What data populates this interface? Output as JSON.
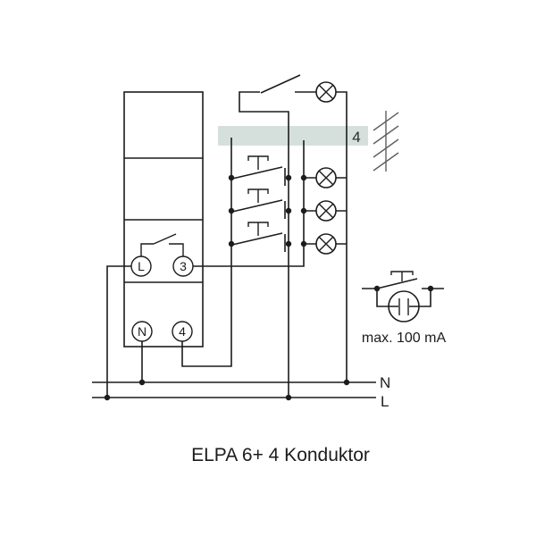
{
  "title": "ELPA 6+ 4 Konduktor",
  "device": {
    "terminal_l": "L",
    "terminal_3": "3",
    "terminal_n": "N",
    "terminal_4": "4"
  },
  "cable": {
    "conductor_count": "4",
    "highlight_color": "#d5e0dc"
  },
  "supply": {
    "neutral": "N",
    "line": "L"
  },
  "note": {
    "max_current": "max. 100 mA"
  },
  "colors": {
    "wire": "#1c1c1c",
    "hatch": "#5f5f5f",
    "background": "#ffffff"
  }
}
